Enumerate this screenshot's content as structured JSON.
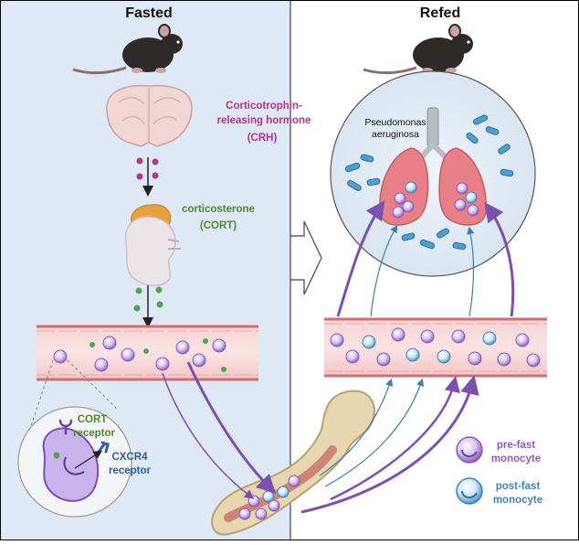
{
  "panels": {
    "left_title": "Fasted",
    "right_title": "Refed"
  },
  "hormones": {
    "crh_line1": "Corticotrophin-",
    "crh_line2": "releasing hormone",
    "crh_line3": "(CRH)",
    "cort_line1": "corticosterone",
    "cort_line2": "(CORT)"
  },
  "pathogen": {
    "line1": "Pseudomonas",
    "line2": "aeruginosa"
  },
  "receptors": {
    "cort_line1": "CORT",
    "cort_line2": "receptor",
    "cxcr4_line1": "CXCR4",
    "cxcr4_line2": "receptor"
  },
  "legend": {
    "prefast_line1": "pre-fast",
    "prefast_line2": "monocyte",
    "postfast_line1": "post-fast",
    "postfast_line2": "monocyte"
  },
  "colors": {
    "crh": "#b5338a",
    "cort": "#4e8a2c",
    "cxcr4": "#2f5f9a",
    "prefast": "#8a5bc0",
    "postfast": "#3b86b7",
    "fasted_bg": "#dfe9f5"
  }
}
